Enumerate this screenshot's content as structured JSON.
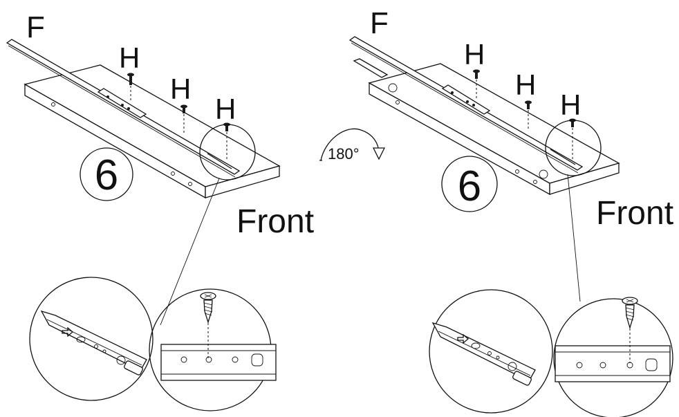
{
  "diagram": {
    "colors": {
      "ink": "#111111",
      "paper": "#ffffff"
    },
    "rotation_label": "180°",
    "panels": [
      {
        "rail_label": "F",
        "screw_labels": [
          "H",
          "H",
          "H"
        ],
        "part_number": "6",
        "front_label": "Front"
      },
      {
        "rail_label": "F",
        "screw_labels": [
          "H",
          "H",
          "H"
        ],
        "part_number": "6",
        "front_label": "Front"
      }
    ]
  }
}
